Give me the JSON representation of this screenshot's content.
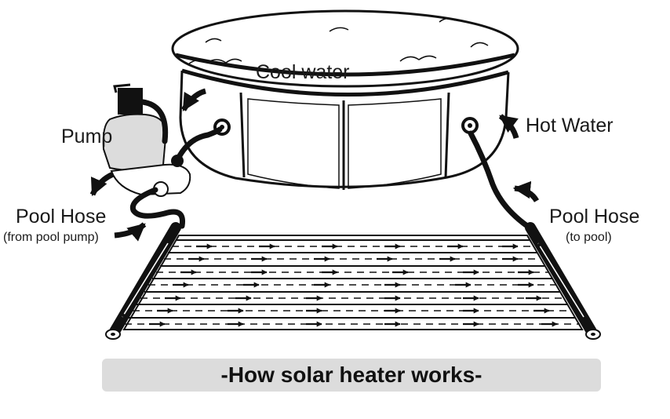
{
  "labels": {
    "cool_water": "Cool water",
    "hot_water": "Hot Water",
    "pump": "Pump",
    "pool_hose_left": "Pool Hose",
    "pool_hose_left_sub": "(from pool pump)",
    "pool_hose_right": "Pool Hose",
    "pool_hose_right_sub": "(to pool)"
  },
  "caption": "-How solar heater works-",
  "colors": {
    "ink": "#111111",
    "caption_bg": "#dcdcdc",
    "pump_body": "#dcdcdc"
  }
}
